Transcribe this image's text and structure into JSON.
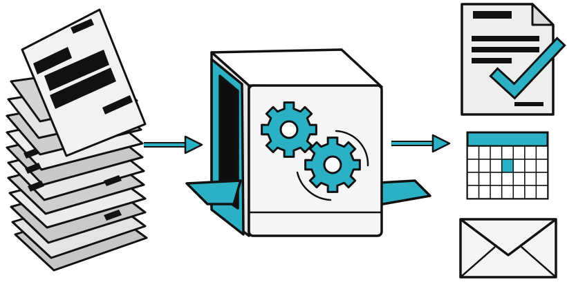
{
  "diagram": {
    "stages": [
      {
        "role": "input",
        "icon": "document-stack-icon"
      },
      {
        "role": "processor",
        "icon": "processing-machine-icon",
        "detail_icons": [
          "gear-icon",
          "gear-icon"
        ]
      },
      {
        "role": "outputs",
        "icons": [
          "approved-document-icon",
          "calendar-icon",
          "envelope-icon"
        ]
      }
    ],
    "connectors": [
      "arrow-right-icon",
      "arrow-right-icon"
    ]
  },
  "colors": {
    "accent": "#2bb0c4",
    "outline": "#111111",
    "paper_light": "#f2f2f2",
    "paper_mid": "#d9d9d9",
    "paper_dark": "#c6c6c6",
    "machine_face": "#f5f5f5",
    "machine_side": "#e6e6e6",
    "redaction": "#111111"
  }
}
